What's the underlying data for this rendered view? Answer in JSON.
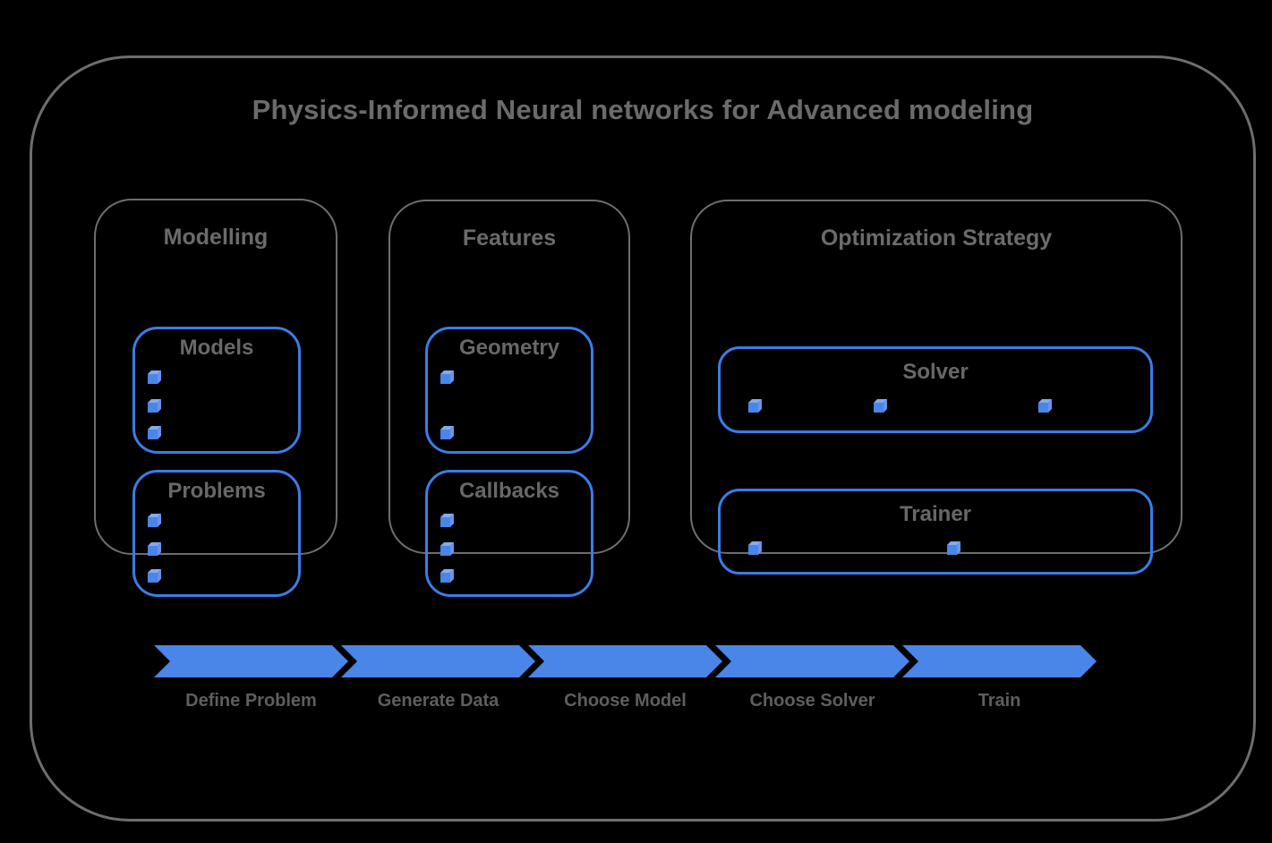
{
  "title": "Physics-Informed Neural networks for Advanced modeling",
  "colors": {
    "background": "#000000",
    "accent_blue": "#4a85e8",
    "border_blue": "#3b7ce8",
    "frame_gray": "#6e6e6e",
    "text_gray": "#6b6b6b"
  },
  "sections": [
    {
      "label": "Modelling",
      "groups": [
        {
          "label": "Models",
          "bullet_count": 3
        },
        {
          "label": "Problems",
          "bullet_count": 3
        }
      ]
    },
    {
      "label": "Features",
      "groups": [
        {
          "label": "Geometry",
          "bullet_count": 2
        },
        {
          "label": "Callbacks",
          "bullet_count": 3
        }
      ]
    },
    {
      "label": "Optimization Strategy",
      "groups": [
        {
          "label": "Solver",
          "bullet_count": 3
        },
        {
          "label": "Trainer",
          "bullet_count": 2
        }
      ]
    }
  ],
  "pipeline": {
    "steps": [
      {
        "label": "Define Problem"
      },
      {
        "label": "Generate Data"
      },
      {
        "label": "Choose Model"
      },
      {
        "label": "Choose Solver"
      },
      {
        "label": "Train"
      }
    ]
  }
}
